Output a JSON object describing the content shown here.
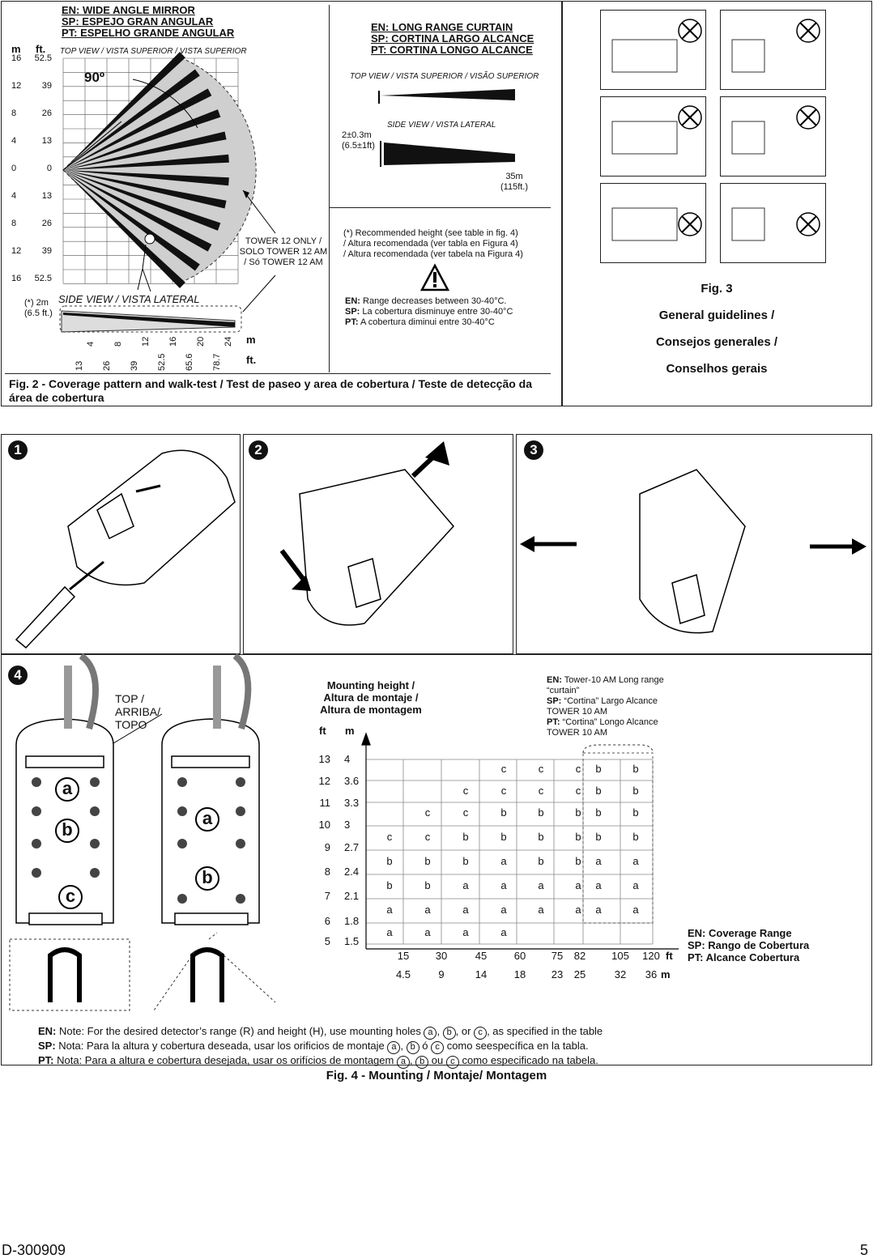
{
  "fig2": {
    "wide_title": [
      "EN: WIDE ANGLE MIRROR",
      "SP: ESPEJO GRAN ANGULAR",
      "PT: ESPELHO GRANDE ANGULAR"
    ],
    "top_view": "TOP VIEW / VISTA SUPERIOR / VISTA SUPERIOR",
    "unit_m": "m",
    "unit_ft": "ft.",
    "left_scale_m": [
      "16",
      "12",
      "8",
      "4",
      "0",
      "4",
      "8",
      "12",
      "16"
    ],
    "left_scale_ft": [
      "52.5",
      "39",
      "26",
      "13",
      "0",
      "13",
      "26",
      "39",
      "52.5"
    ],
    "angle": "90º",
    "tower_note": "TOWER 12 ONLY / SOLO TOWER 12 AM / Só TOWER 12 AM",
    "side_view": "SIDE VIEW / VISTA LATERAL",
    "height_note": "(*) 2m (6.5 ft.)",
    "bottom_m": [
      "4",
      "8",
      "12",
      "16",
      "20",
      "24"
    ],
    "bottom_ft": [
      "13",
      "26",
      "39",
      "52.5",
      "65.6",
      "78.7"
    ],
    "bottom_unit_m": "m",
    "bottom_unit_ft": "ft.",
    "long_title": [
      "EN: LONG RANGE CURTAIN",
      "SP: CORTINA LARGO ALCANCE",
      "PT: CORTINA LONGO ALCANCE"
    ],
    "long_top_view": "TOP VIEW / VISTA SUPERIOR / VISÃO SUPERIOR",
    "long_side_view": "SIDE VIEW / VISTA LATERAL",
    "long_height": [
      "2±0.3m",
      "(6.5±1ft)"
    ],
    "long_range": [
      "35m",
      "(115ft.)"
    ],
    "recommended": [
      "(*) Recommended height  (see table in fig. 4)",
      "/ Altura recomendada (ver tabla en Figura 4)",
      "/ Altura recomendada (ver tabela na Figura 4)"
    ],
    "temp_en_label": "EN:",
    "temp_en": " Range decreases between 30-40°C.",
    "temp_sp_label": "SP:",
    "temp_sp": " La cobertura disminuye entre 30-40°C",
    "temp_pt_label": "PT:",
    "temp_pt": " A cobertura diminui entre 30-40°C",
    "caption": "Fig. 2 - Coverage pattern and walk-test / Test de paseo y area de cobertura / Teste de detecção da área de cobertura"
  },
  "fig3": {
    "caption": [
      "Fig. 3",
      "General guidelines /",
      "Consejos generales /",
      "Conselhos gerais"
    ]
  },
  "steps": [
    "1",
    "2",
    "3",
    "4"
  ],
  "fig4": {
    "top_label": [
      "TOP /",
      "ARRIBA/",
      "TOPO"
    ],
    "hole_a": "a",
    "hole_b": "b",
    "hole_c": "c",
    "mount_title": [
      "Mounting height /",
      "Altura de montaje /",
      "Altura de montagem"
    ],
    "col_ft": "ft",
    "col_m": "m",
    "heights_ft": [
      "13",
      "12",
      "11",
      "10",
      "9",
      "8",
      "7",
      "6",
      "5"
    ],
    "heights_m": [
      "4",
      "3.6",
      "3.3",
      "3",
      "2.7",
      "2.4",
      "2.1",
      "1.8",
      "1.5"
    ],
    "curtain_en_label": "EN:",
    "curtain_en": " Tower-10 AM Long range “curtain”",
    "curtain_sp_label": "SP:",
    "curtain_sp": " “Cortina” Largo Alcance TOWER 10 AM",
    "curtain_pt_label": "PT:",
    "curtain_pt": " “Cortina” Longo Alcance TOWER 10 AM",
    "table": [
      [
        "",
        "",
        "",
        "c",
        "c",
        "c",
        "b",
        "b"
      ],
      [
        "",
        "",
        "c",
        "c",
        "c",
        "c",
        "b",
        "b"
      ],
      [
        "",
        "c",
        "c",
        "b",
        "b",
        "b",
        "b",
        "b"
      ],
      [
        "c",
        "c",
        "b",
        "b",
        "b",
        "b",
        "b",
        "b"
      ],
      [
        "b",
        "b",
        "b",
        "a",
        "b",
        "b",
        "a",
        "a"
      ],
      [
        "b",
        "b",
        "a",
        "a",
        "a",
        "a",
        "a",
        "a"
      ],
      [
        "a",
        "a",
        "a",
        "a",
        "a",
        "a",
        "a",
        "a"
      ],
      [
        "a",
        "a",
        "a",
        "a",
        "",
        "",
        "",
        ""
      ]
    ],
    "range_ft": [
      "15",
      "30",
      "45",
      "60",
      "75",
      "82",
      "105",
      "120"
    ],
    "range_ft_unit": "ft",
    "range_m": [
      "4.5",
      "9",
      "14",
      "18",
      "23",
      "25",
      "32",
      "36"
    ],
    "range_m_unit": "m",
    "coverage": [
      "EN: Coverage Range",
      "SP: Rango de Cobertura",
      "PT: Alcance Cobertura"
    ],
    "note_en_label": "EN:",
    "note_en_1": " Note: For the desired detector’s range (R) and height (H), use mounting holes ",
    "note_en_2": ", ",
    "note_en_3": ", or ",
    "note_en_4": ", as specified in the table",
    "note_sp_label": "SP:",
    "note_sp_1": " Nota: Para la altura y cobertura deseada, usar los orificios de montaje ",
    "note_sp_2": ", ",
    "note_sp_3": " ó ",
    "note_sp_4": " como seespecífica en la tabla.",
    "note_pt_label": "PT:",
    "note_pt_1": " Nota: Para a altura e cobertura desejada, usar os orifícios de montagem ",
    "note_pt_2": ", ",
    "note_pt_3": " ou ",
    "note_pt_4": " como especificado na tabela.",
    "caption": "Fig. 4 - Mounting / Montaje/ Montagem"
  },
  "footer": {
    "doc_id": "D-300909",
    "page": "5"
  }
}
